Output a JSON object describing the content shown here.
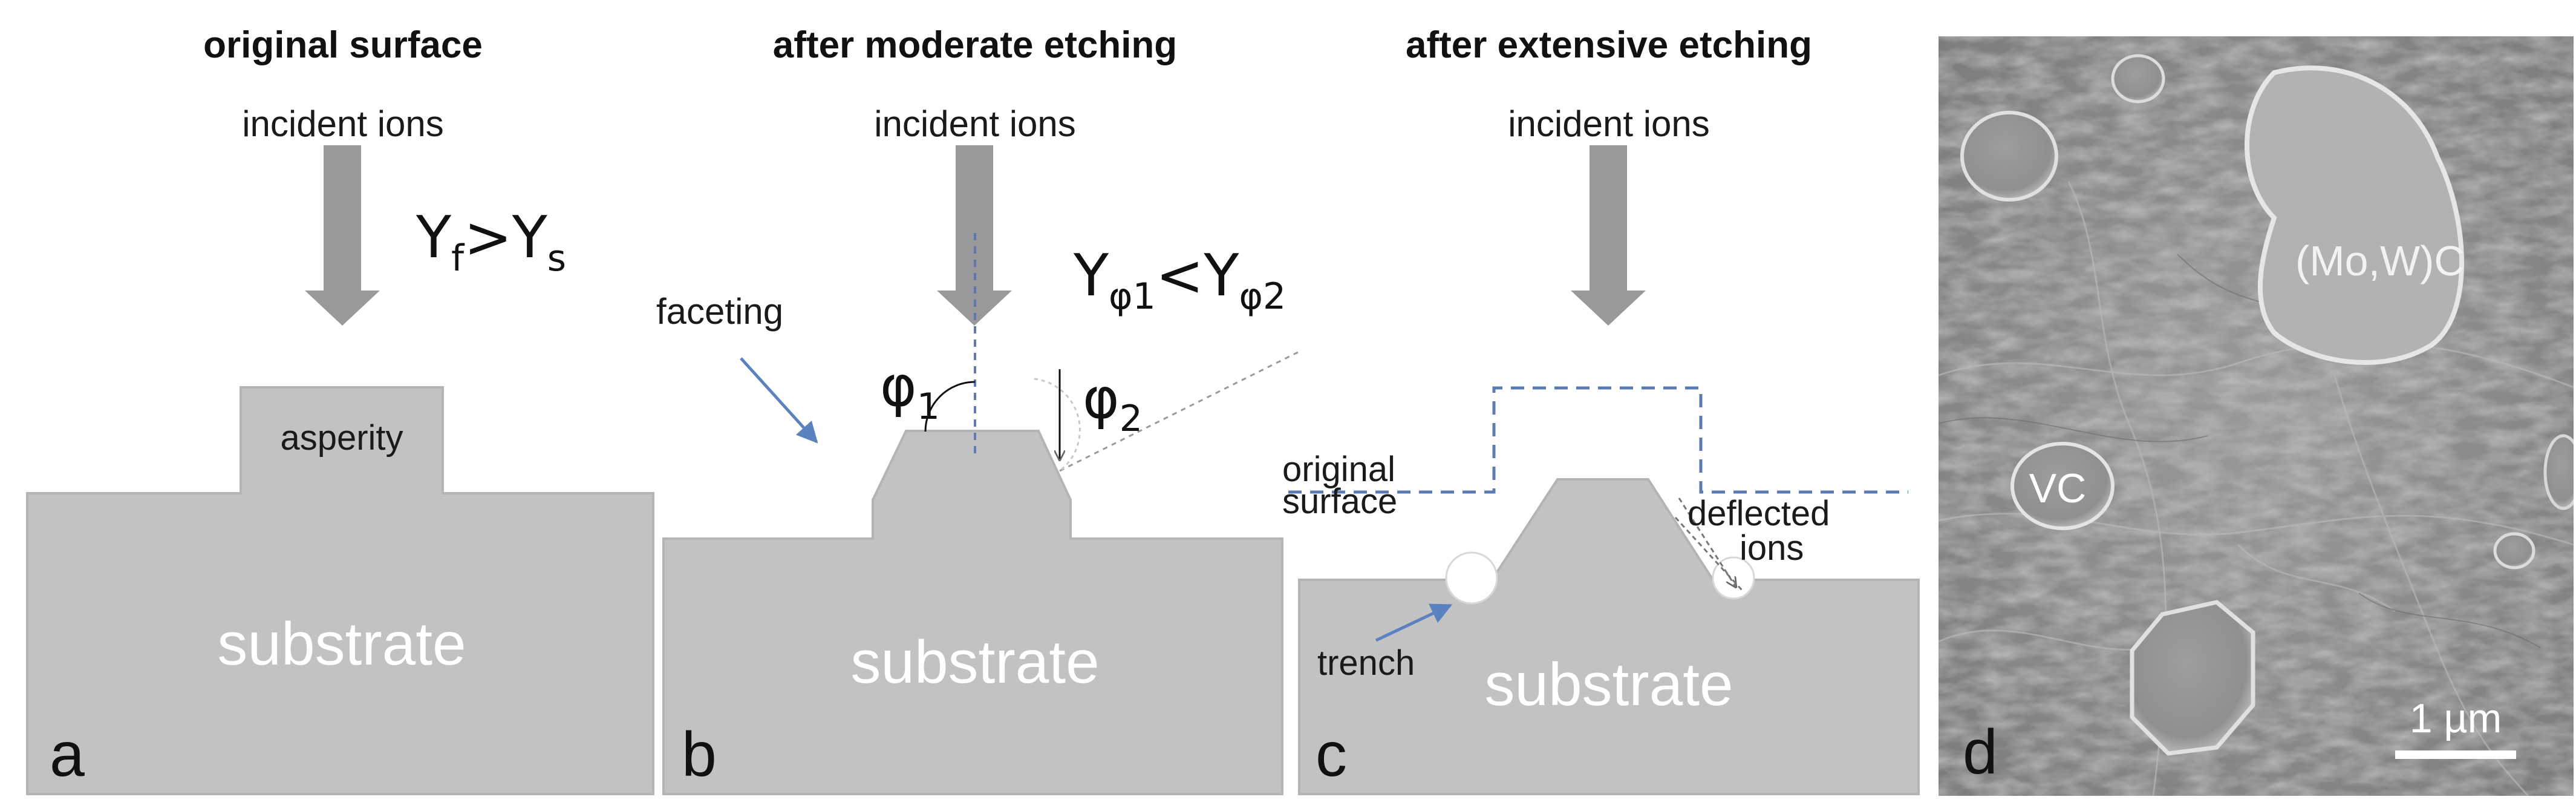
{
  "panels": {
    "a": {
      "title": "original surface",
      "ions_label": "incident ions",
      "feature_label": "asperity",
      "substrate_label": "substrate",
      "panel_letter": "a",
      "yield_relation": {
        "left": "Y",
        "left_sub": "f",
        "op": ">",
        "right": "Y",
        "right_sub": "s"
      }
    },
    "b": {
      "title": "after moderate etching",
      "ions_label": "incident ions",
      "facet_label": "faceting",
      "substrate_label": "substrate",
      "panel_letter": "b",
      "angle_left": {
        "sym": "φ",
        "sub": "1"
      },
      "angle_right": {
        "sym": "φ",
        "sub": "2"
      },
      "yield_relation": {
        "left": "Y",
        "left_sub": "φ1",
        "op": "<",
        "right": "Y",
        "right_sub": "φ2"
      }
    },
    "c": {
      "title": "after extensive etching",
      "ions_label": "incident ions",
      "original_surface_line1": "original",
      "original_surface_line2": "surface",
      "deflected_line1": "deflected",
      "deflected_line2": "ions",
      "trench_label": "trench",
      "substrate_label": "substrate",
      "panel_letter": "c"
    },
    "d": {
      "label_large": "(Mo,W)C",
      "label_small": "VC",
      "scale_label": "1 µm",
      "panel_letter": "d"
    }
  },
  "colors": {
    "substrate": "#c2c2c2",
    "substrate_edge": "#b4b4b4",
    "arrow": "#999999",
    "dashed": "#5b7bb5",
    "pointer_arrow": "#5a82c0",
    "sem_base": "#8c8c8c"
  }
}
